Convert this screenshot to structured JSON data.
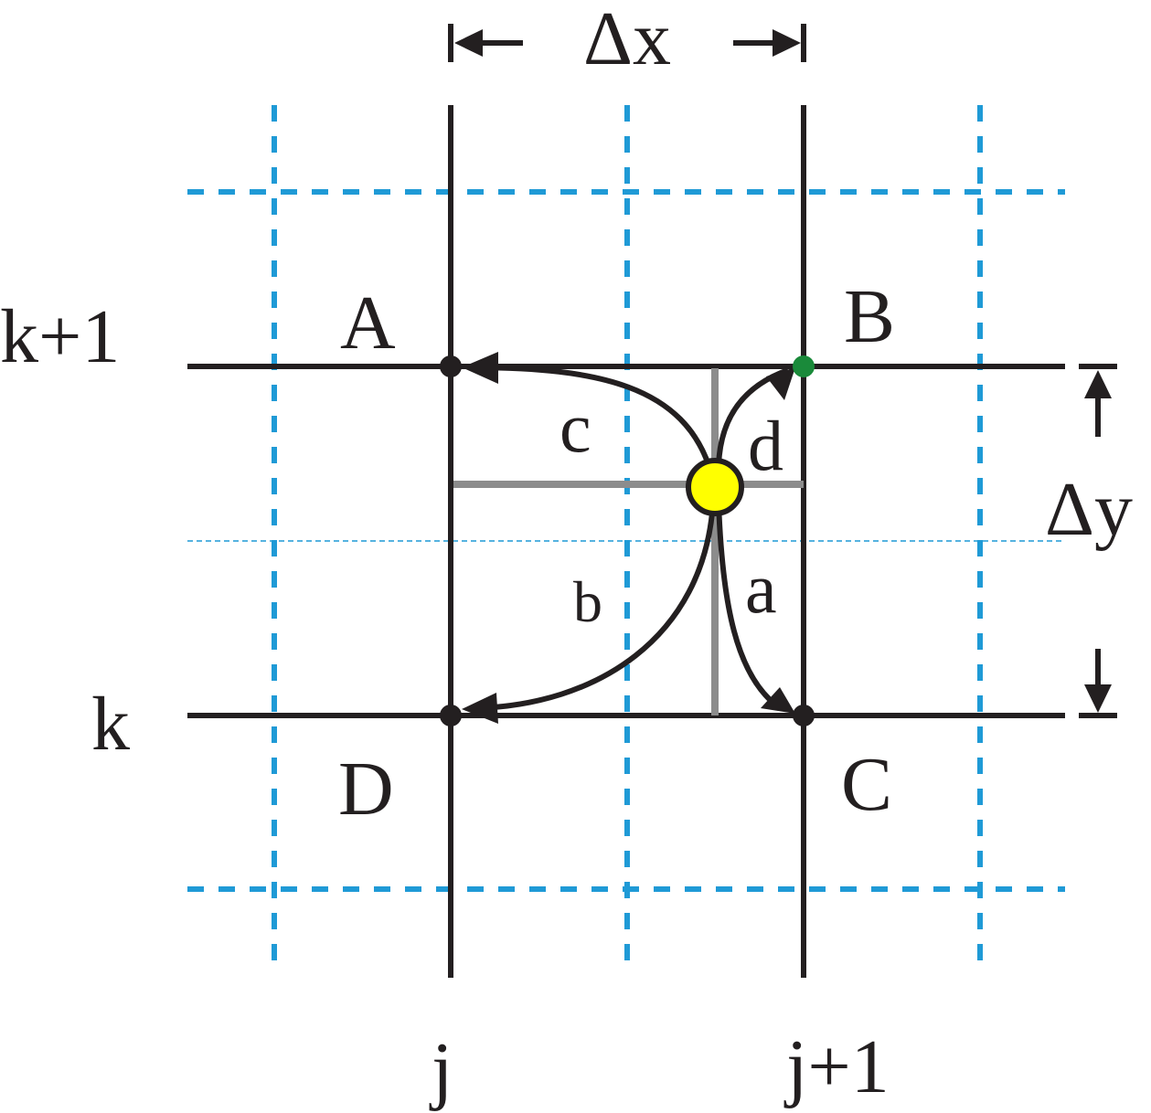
{
  "colors": {
    "ink": "#231f20",
    "dotted_grid": "#1f9ad6",
    "guide": "#8c8c8c",
    "particle": "#ffff00",
    "point_b": "#1a8a3a"
  },
  "labels": {
    "delta_x": "Δx",
    "delta_y": "Δy",
    "row_upper": "k+1",
    "row_lower": "k",
    "col_left": "j",
    "col_right": "j+1",
    "node_a": "A",
    "node_b": "B",
    "node_c": "C",
    "node_d": "D",
    "path_a": "a",
    "path_b": "b",
    "path_c": "c",
    "path_d": "d"
  }
}
